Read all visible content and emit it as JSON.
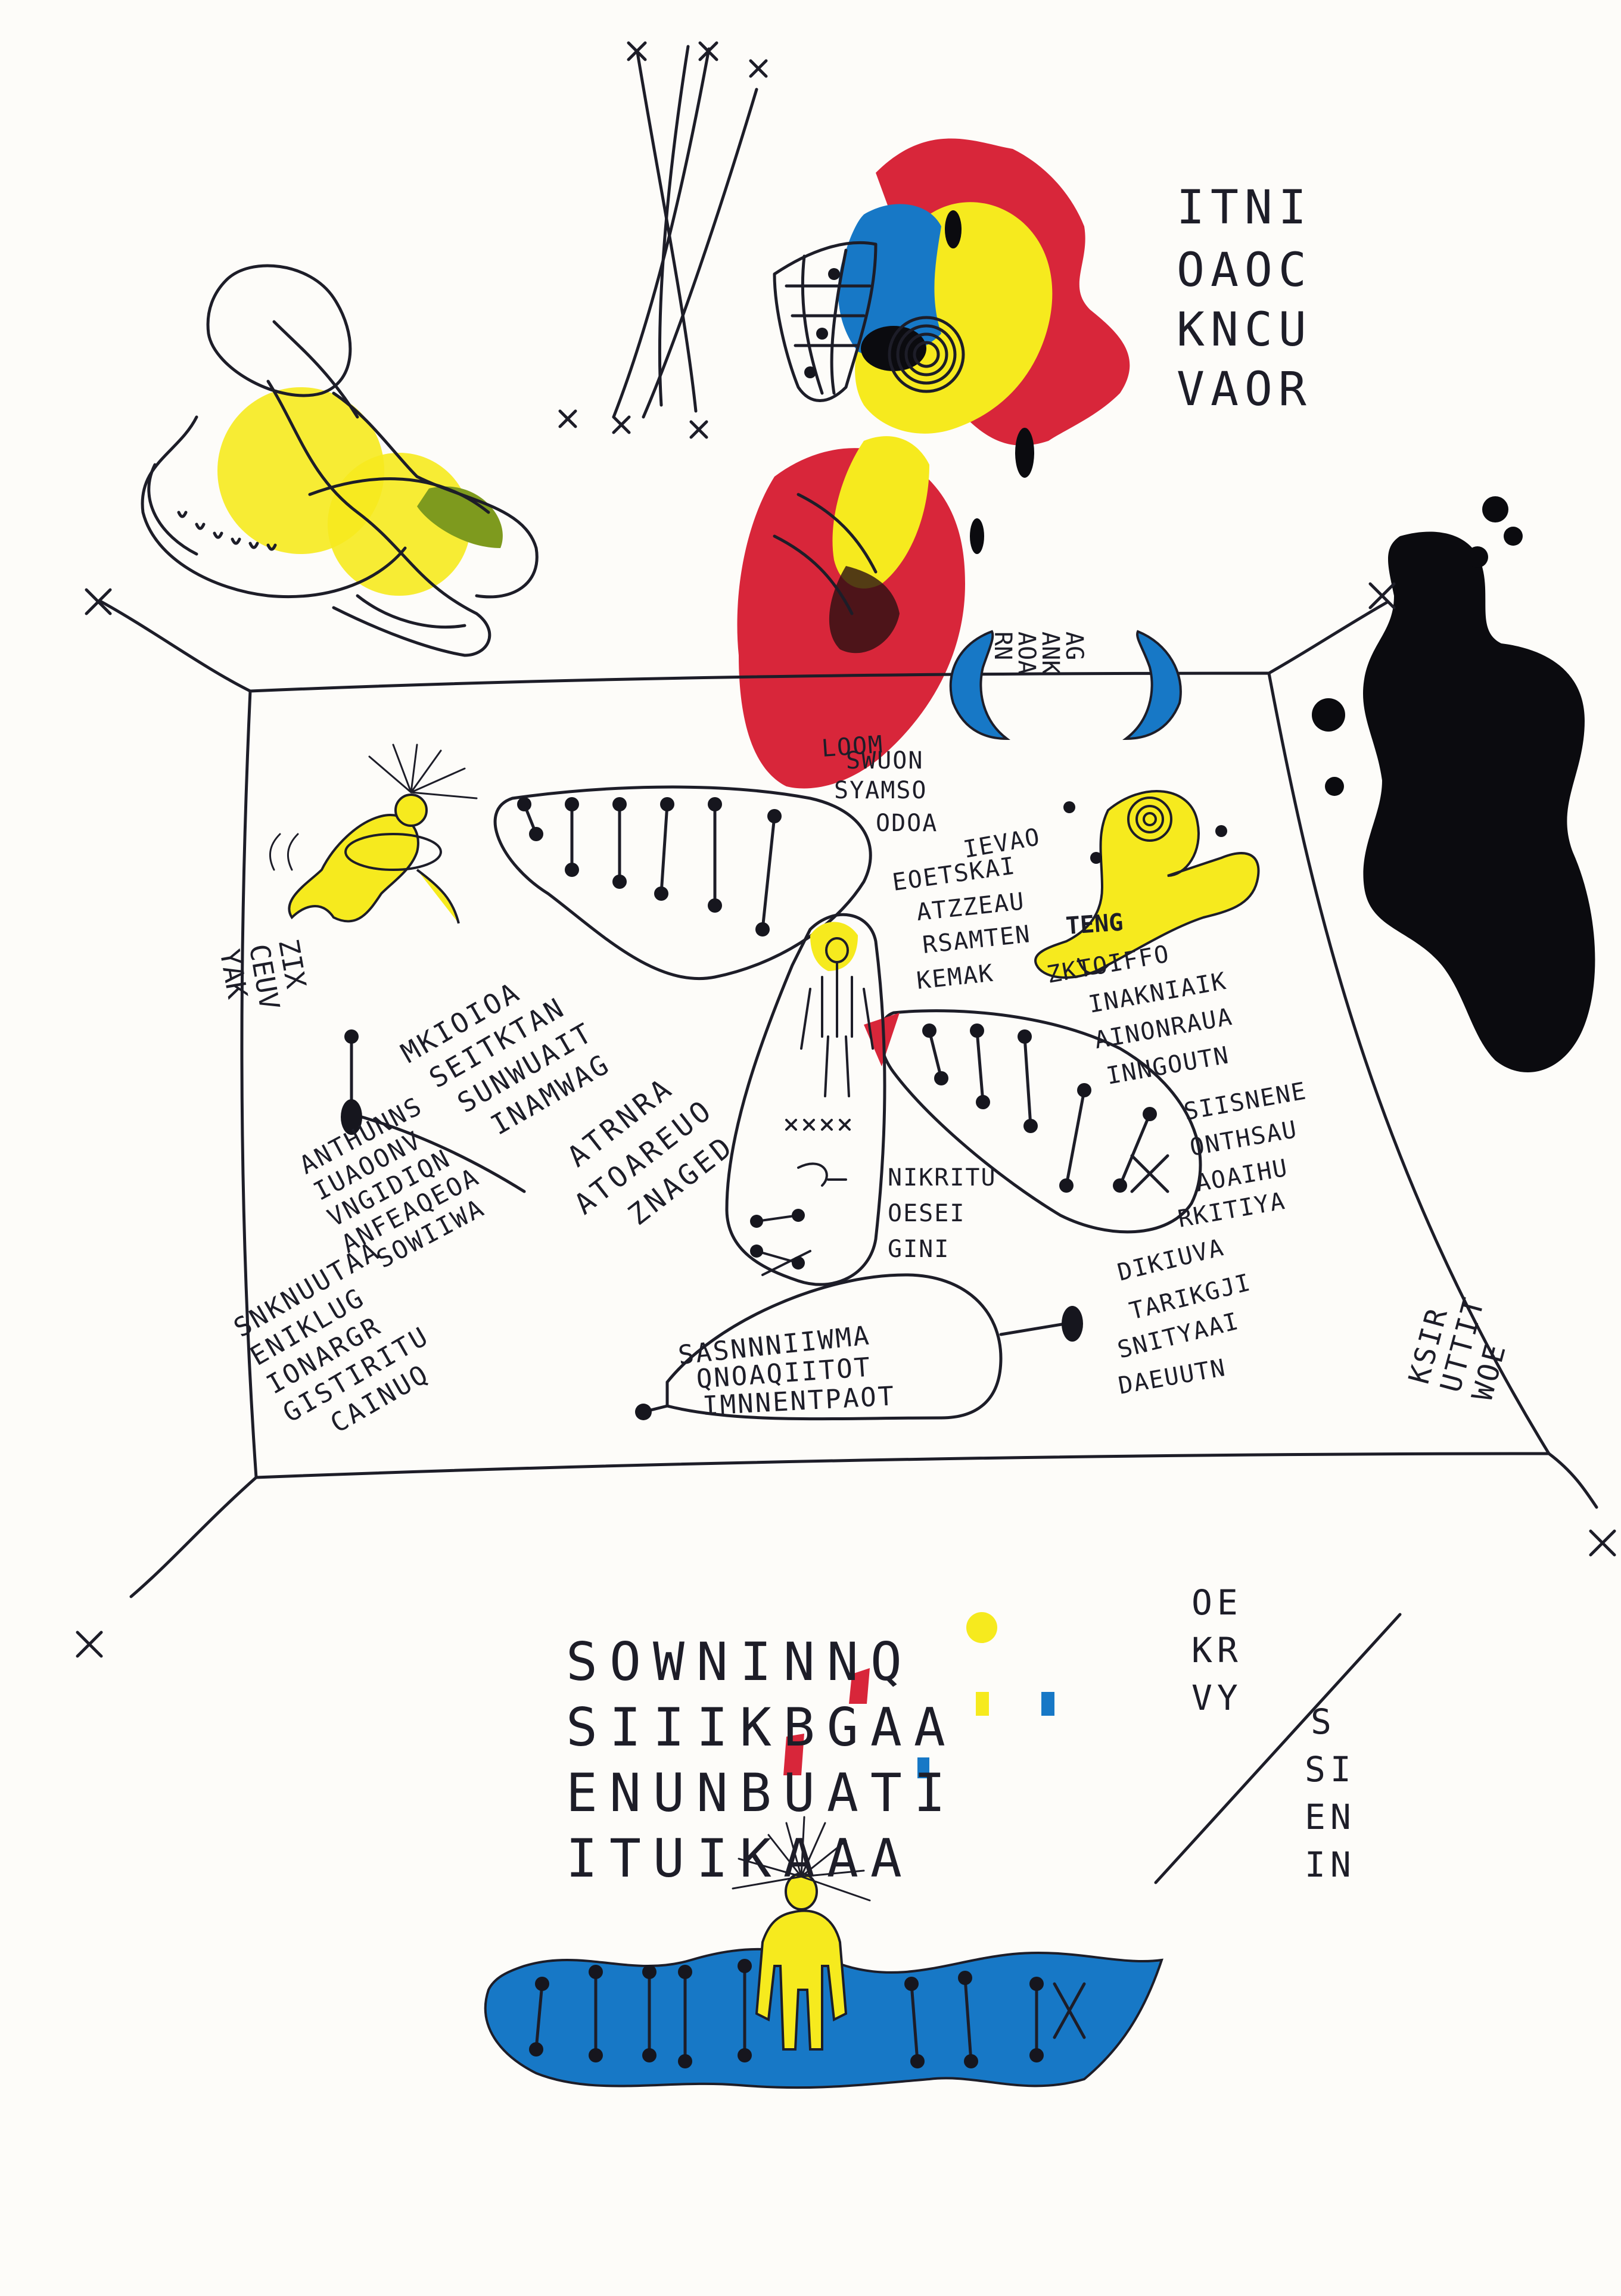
{
  "colors": {
    "paper": "#fdfcf9",
    "ink": "#1d1d28",
    "red": "#d8263a",
    "yellow": "#f6ea1e",
    "blue": "#1778c6",
    "green": "#7e9a1e",
    "black": "#0b0b0f"
  },
  "text_blocks": {
    "top_right": [
      "ITNI",
      "OAOC",
      "KNCU",
      "VAOR"
    ],
    "crescent": [
      "AG",
      "ANK",
      "AOA",
      "RN"
    ],
    "right_lower": [
      "KSIR",
      "UTTIT",
      "WOE"
    ],
    "bottom_center": [
      "SOWNINNQ",
      "SIIIKBGAA",
      "ENUNBUATI",
      "ITUIKAAA"
    ],
    "bottom_right_a": [
      "OE",
      "KR",
      "VY"
    ],
    "bottom_right_b": [
      "S",
      "SI",
      "EN",
      "IN"
    ],
    "scroll_label": "TENG",
    "left_column": [
      "ZIX",
      "CEUV",
      "YAK"
    ],
    "field_a": [
      "MKIOIOA",
      "SEITKTAN",
      "SUNWUAIT",
      "INAMWAG"
    ],
    "field_b": [
      "ATRNRA",
      "ATOAREUO",
      "ZNAGED"
    ],
    "field_c": [
      "ANTHUNNS",
      "IUAOONV",
      "VNGIDIQN",
      "ANFEAQEOA",
      "SOWIIWA"
    ],
    "field_d": [
      "SNKNUUTAA",
      "ENIKLUG",
      "IONARGR",
      "GISTIRITU",
      "CAINUQ"
    ],
    "field_e": [
      "SASNNNIIWMA",
      "QNOAQIITOT",
      "IMNNENTPAOT"
    ],
    "field_f": [
      "NIKRITU",
      "OESEI",
      "GINI"
    ],
    "field_g": [
      "LOOM",
      "SWUON",
      "SYAMSO",
      "ODOA",
      "IEVAO",
      "EOETSKAI",
      "ATZZEAU",
      "RSAMTEN",
      "KEMAK"
    ],
    "field_h": [
      "ZKTOIFFO",
      "INAKNIAIK",
      "AINONRAUA",
      "INNGOUTN",
      "SIISNENE",
      "ONTHSAU",
      "AOAIHU",
      "RKITIYA"
    ],
    "field_i": [
      "DIKIUVA",
      "TARIKGJI",
      "SNITYAAI",
      "DAEUUTN"
    ]
  }
}
